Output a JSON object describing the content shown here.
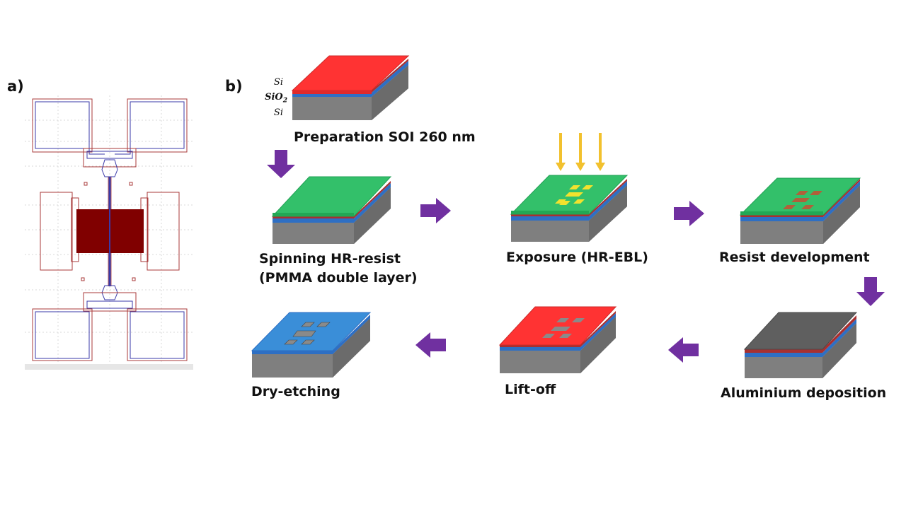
{
  "panel_a": {
    "label": "a)"
  },
  "panel_b": {
    "label": "b)"
  },
  "layers": {
    "si_top": "Si",
    "sio2_base": "SiO",
    "sio2_sub": "2",
    "si_bottom": "Si"
  },
  "steps": {
    "preparation": "Preparation SOI 260 nm",
    "spinning_line1": "Spinning HR-resist",
    "spinning_line2": "(PMMA double layer)",
    "exposure": "Exposure (HR-EBL)",
    "resist_development": "Resist development",
    "aluminium_deposition": "Aluminium deposition",
    "lift_off": "Lift-off",
    "dry_etching": "Dry-etching"
  },
  "colors": {
    "silicon_side": "#7f7f7f",
    "silicon_top_dark": "#6a6a6a",
    "sio2": "#2e6fc4",
    "resist": "#33c06a",
    "si_device": "#ff3333",
    "aluminium": "#5f5f5f",
    "arrow": "#7030a0",
    "ebeam": "#f2c12e",
    "etched_si": "#3a8ed8"
  }
}
